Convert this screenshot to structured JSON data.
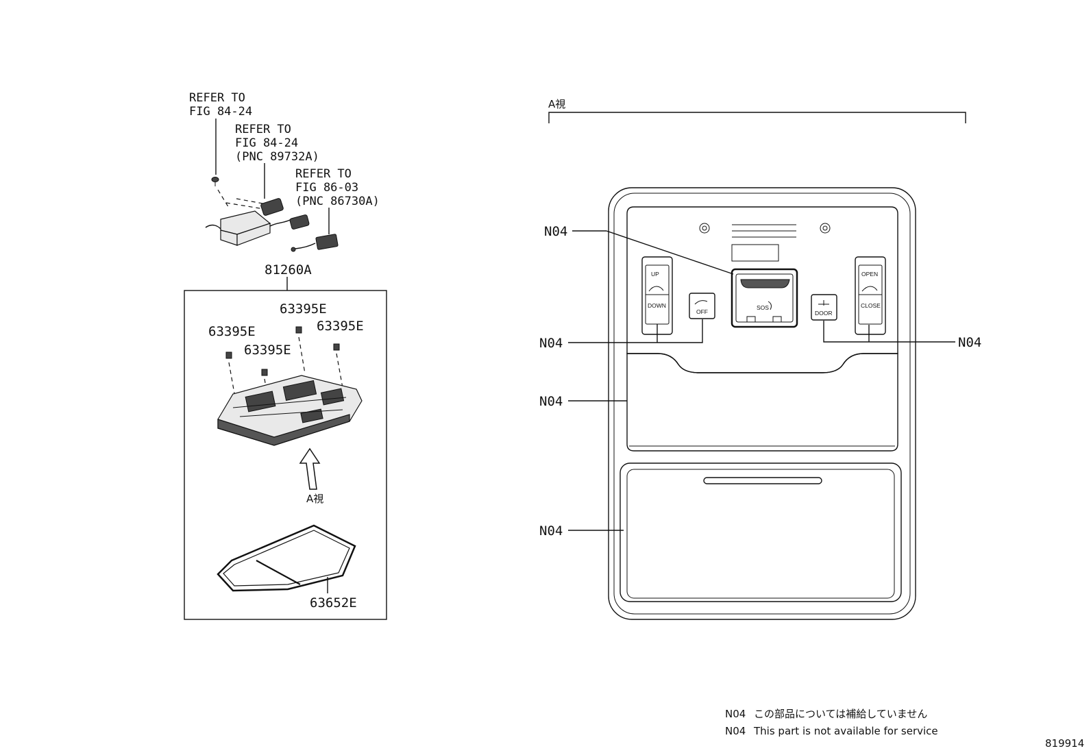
{
  "refs": {
    "ref1": [
      "REFER TO",
      "FIG 84-24"
    ],
    "ref2": [
      "REFER TO",
      "FIG 84-24",
      "(PNC 89732A)"
    ],
    "ref3": [
      "REFER TO",
      "FIG 86-03",
      "(PNC 86730A)"
    ]
  },
  "parts": {
    "assembly": "81260A",
    "clip_a": "63395E",
    "clip_b": "63395E",
    "clip_c": "63395E",
    "clip_d": "63395E",
    "lens": "63652E",
    "view_arrow": "A視"
  },
  "view": {
    "title": "A視",
    "callouts": [
      "N04",
      "N04",
      "N04",
      "N04",
      "N04"
    ],
    "buttons": {
      "up": "UP",
      "down": "DOWN",
      "off": "OFF",
      "sos": "SOS",
      "door": "DOOR",
      "open": "OPEN",
      "close": "CLOSE"
    }
  },
  "legend": {
    "code_jp": "N04",
    "text_jp": "この部品については補給していません",
    "code_en": "N04",
    "text_en": "This part is not available for service"
  },
  "figure_id": "819914"
}
